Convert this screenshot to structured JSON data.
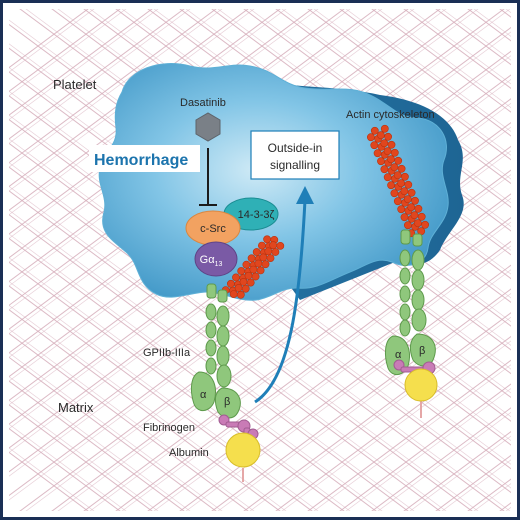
{
  "labels": {
    "platelet": "Platelet",
    "matrix": "Matrix",
    "dasatinib": "Dasatinib",
    "hemorrhage": "Hemorrhage",
    "outside_in_line1": "Outside-in",
    "outside_in_line2": "signalling",
    "actin": "Actin cytoskeleton",
    "c_src": "c-Src",
    "p1433": "14-3-3ζ",
    "galpha_main": "Gα",
    "galpha_sub": "13",
    "gpiib": "GPIIb-IIIa",
    "alpha": "α",
    "beta": "β",
    "fibrinogen": "Fibrinogen",
    "albumin": "Albumin"
  },
  "colors": {
    "border": "#1a2f55",
    "cell": "#4fa7d1",
    "cell_dark": "#2b82b2",
    "grid": "#d8b3bf",
    "hemorrhage_text": "#1c74ad",
    "arrow": "#1f7fb8",
    "actin": "#e0461e",
    "integrin": "#8fc77c",
    "csrc": "#f3a466",
    "p1433": "#36b3b8",
    "galpha": "#7b5ea7",
    "fibrinogen": "#c97bb6",
    "albumin": "#f5df4d"
  }
}
